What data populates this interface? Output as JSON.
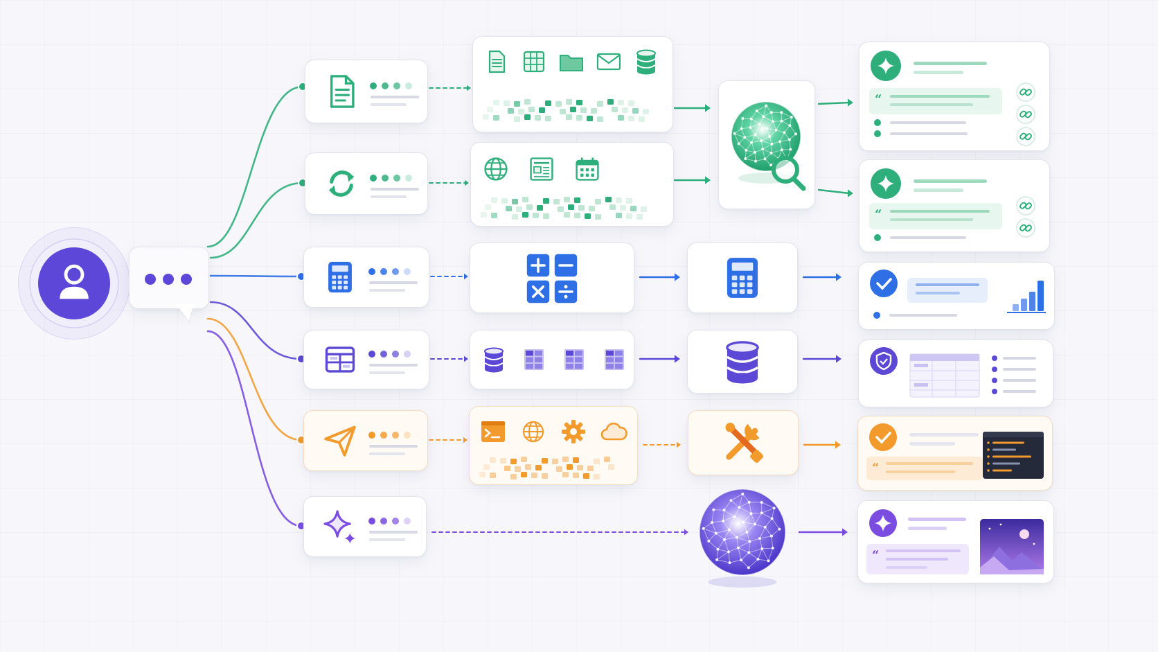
{
  "palette": {
    "green": "#2eae7a",
    "blue": "#2f6fe6",
    "indigo": "#5b49d6",
    "orange": "#f39a2d",
    "purple": "#7a4ce0",
    "line_gray": "#c9cad8"
  },
  "user": {
    "avatar_icon": "user-icon",
    "bubble_icon": "chat-bubble-icon"
  },
  "routes": [
    {
      "id": "docs",
      "color": "green",
      "source_icon": "document-icon",
      "tool_icons": [
        "file-icon",
        "spreadsheet-icon",
        "folder-icon",
        "mail-icon",
        "database-icon"
      ],
      "tool_mode": "icons-with-chunks",
      "processor": "search-globe",
      "output": "cited-answer",
      "citation_links": 3
    },
    {
      "id": "sync",
      "color": "green",
      "source_icon": "refresh-icon",
      "tool_icons": [
        "globe-icon",
        "news-icon",
        "calendar-icon"
      ],
      "tool_mode": "icons-with-chunks",
      "processor": "search-globe",
      "output": "cited-answer",
      "citation_links": 2
    },
    {
      "id": "calc",
      "color": "blue",
      "source_icon": "calculator-icon",
      "tool_icons": [
        "plus-icon",
        "minus-icon",
        "times-icon",
        "divide-icon"
      ],
      "tool_mode": "operator-grid",
      "processor": "calculator-icon",
      "output": "verified-chart"
    },
    {
      "id": "table",
      "color": "indigo",
      "source_icon": "table-icon",
      "tool_icons": [
        "database-icon",
        "grid-icon",
        "grid-icon",
        "grid-icon"
      ],
      "tool_mode": "icons",
      "processor": "database-icon",
      "output": "secured-table"
    },
    {
      "id": "action",
      "color": "orange",
      "source_icon": "send-icon",
      "tool_icons": [
        "terminal-icon",
        "globe-icon",
        "gear-icon",
        "cloud-icon"
      ],
      "tool_mode": "icons-with-chunks",
      "processor": "tools-icon",
      "output": "code-result"
    },
    {
      "id": "create",
      "color": "purple",
      "source_icon": "sparkle-icon",
      "tool_icons": [],
      "tool_mode": "none",
      "processor": "generation-globe",
      "output": "image-result"
    }
  ]
}
